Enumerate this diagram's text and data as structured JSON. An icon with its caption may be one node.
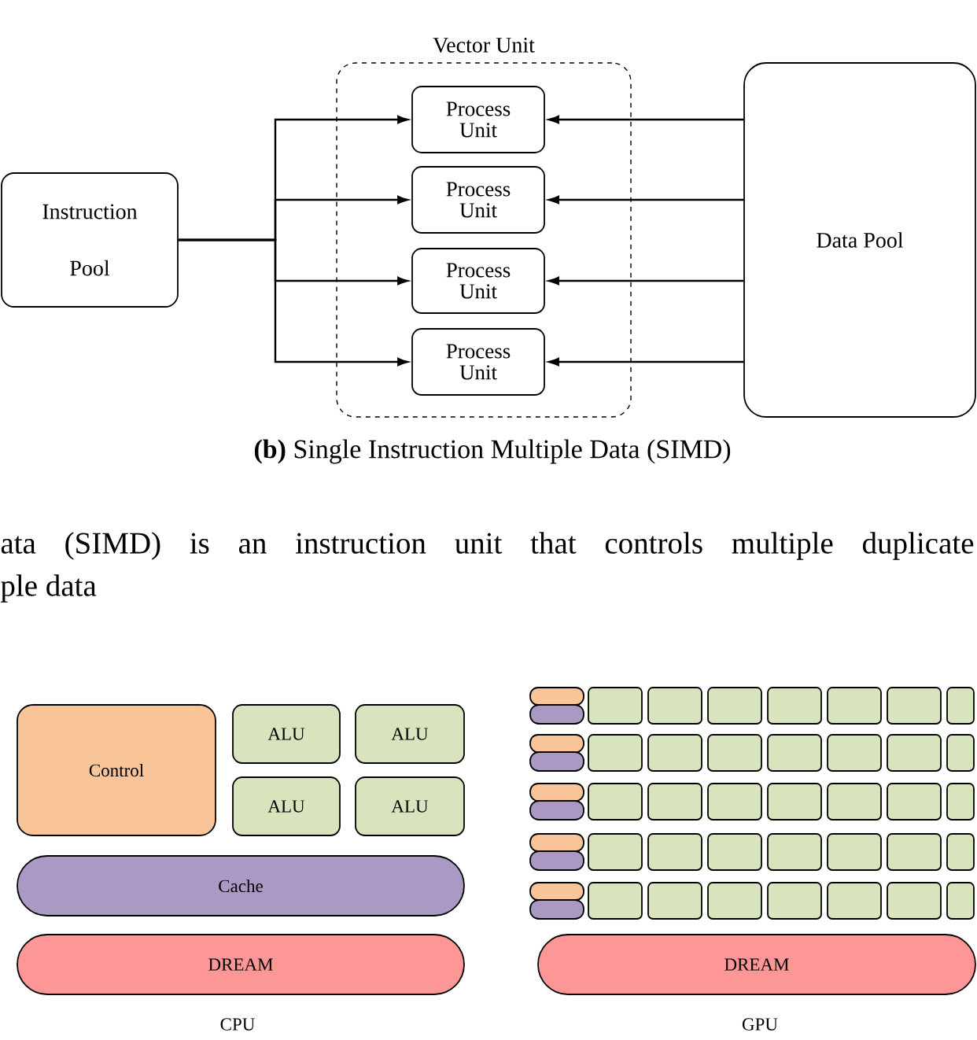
{
  "diagram": {
    "caption": "**(b)** Single Instruction Multiple Data (SIMD)",
    "nodes": [
      {
        "text": [
          "Instruction Pool"
        ]
      },
      {
        "text": [
          "Vector Unit"
        ]
      },
      {
        "text": [
          "Process Unit"
        ],
        "in": 1
      },
      {
        "text": [
          "Process Unit"
        ],
        "in": 1
      },
      {
        "text": [
          "Process Unit"
        ],
        "in": 1
      },
      {
        "text": [
          "Process Unit"
        ],
        "in": 1
      },
      {
        "text": [
          "Data Pool"
        ]
      },
      {
        "text": [
          "Control"
        ]
      },
      {
        "text": [
          "ALU"
        ]
      },
      {
        "text": [
          "ALU"
        ]
      },
      {
        "text": [
          "ALU"
        ]
      },
      {
        "text": [
          "ALU"
        ]
      },
      {
        "text": [
          "Cache"
        ]
      },
      {
        "text": [
          "DREAM"
        ]
      },
      {
        "text": [],
        "shape": "bar"
      },
      {
        "text": [],
        "shape": "bar"
      },
      {
        "text": [],
        "shape": "box"
      },
      {
        "text": [],
        "shape": "box"
      },
      {
        "text": [],
        "shape": "box"
      },
      {
        "text": [],
        "shape": "box"
      },
      {
        "text": [],
        "shape": "box"
      },
      {
        "text": [],
        "shape": "box"
      },
      {
        "text": [],
        "shape": "box"
      },
      {
        "text": [],
        "shape": "bar"
      },
      {
        "text": [],
        "shape": "bar"
      },
      {
        "text": [],
        "shape": "box"
      },
      {
        "text": [],
        "shape": "box"
      },
      {
        "text": [],
        "shape": "box"
      },
      {
        "text": [],
        "shape": "box"
      },
      {
        "text": [],
        "shape": "box"
      },
      {
        "text": [],
        "shape": "box"
      },
      {
        "text": [],
        "shape": "box"
      },
      {
        "text": [],
        "shape": "bar"
      },
      {
        "text": [],
        "shape": "bar"
      },
      {
        "text": [],
        "shape": "box"
      },
      {
        "text": [],
        "shape": "box"
      },
      {
        "text": [],
        "shape": "box"
      },
      {
        "text": [],
        "shape": "box"
      },
      {
        "text": [],
        "shape": "box"
      },
      {
        "text": [],
        "shape": "box"
      },
      {
        "text": [],
        "shape": "box"
      },
      {
        "text": [],
        "shape": "bar"
      },
      {
        "text": [],
        "shape": "bar"
      },
      {
        "text": [],
        "shape": "box"
      },
      {
        "text": [],
        "shape": "box"
      },
      {
        "text": [],
        "shape": "box"
      },
      {
        "text": [],
        "shape": "box"
      },
      {
        "text": [],
        "shape": "box"
      },
      {
        "text": [],
        "shape": "box"
      },
      {
        "text": [],
        "shape": "box"
      },
      {
        "text": [],
        "shape": "bar"
      },
      {
        "text": [],
        "shape": "bar"
      },
      {
        "text": [],
        "shape": "box"
      },
      {
        "text": [],
        "shape": "box"
      },
      {
        "text": [],
        "shape": "box"
      },
      {
        "text": [],
        "shape": "box"
      },
      {
        "text": [],
        "shape": "box"
      },
      {
        "text": [],
        "shape": "box"
      },
      {
        "text": [],
        "shape": "box"
      },
      {
        "text": [
          "DREAM"
        ]
      }
    ],
    "edges": [
      {
        "from": 0,
        "to": 2,
        "arrow": "to"
      },
      {
        "from": 0,
        "to": 3,
        "arrow": "to"
      },
      {
        "from": 0,
        "to": 4,
        "arrow": "to"
      },
      {
        "from": 0,
        "to": 5,
        "arrow": "to"
      },
      {
        "from": 6,
        "to": 2,
        "arrow": "to"
      },
      {
        "from": 6,
        "to": 3,
        "arrow": "to"
      },
      {
        "from": 6,
        "to": 4,
        "arrow": "to"
      },
      {
        "from": 6,
        "to": 5,
        "arrow": "to"
      }
    ],
    "labels": [
      "ata (SIMD) is an instruction unit that controls multiple duplicate",
      "ple data",
      "CPU",
      "GPU"
    ]
  }
}
